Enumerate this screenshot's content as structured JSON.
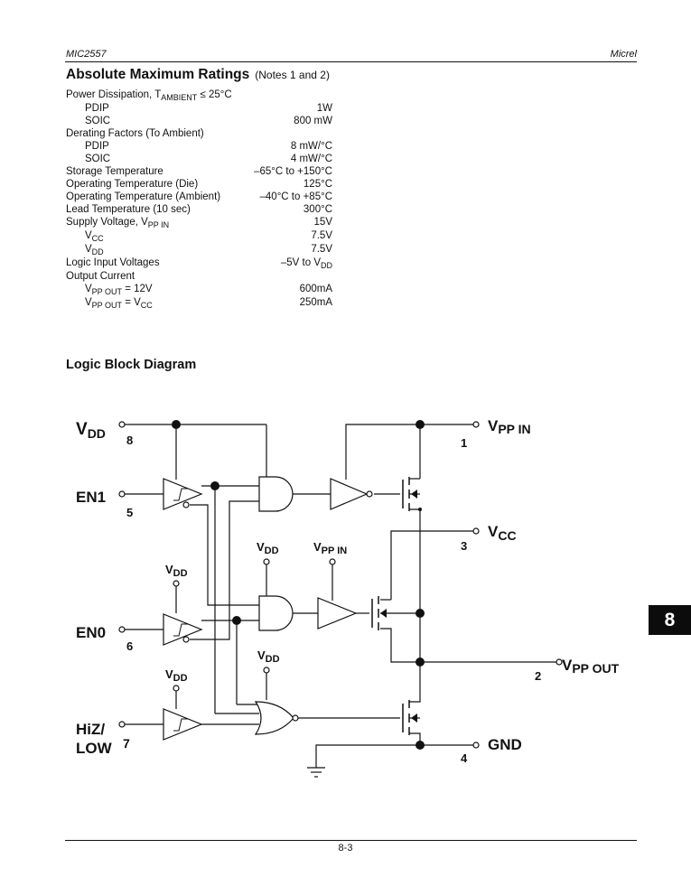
{
  "header": {
    "left": "MIC2557",
    "right": "Micrel"
  },
  "amr": {
    "title": "Absolute Maximum Ratings",
    "notes": "(Notes 1 and 2)",
    "rows": [
      {
        "label": "Power Dissipation, T",
        "label_sub": "AMBIENT",
        "label_after": " ≤ 25°C",
        "value": ""
      },
      {
        "label": "PDIP",
        "value": "1W"
      },
      {
        "label": "SOIC",
        "value": "800 mW"
      },
      {
        "label": "Derating Factors (To Ambient)",
        "value": ""
      },
      {
        "label": "PDIP",
        "value": "8 mW/°C"
      },
      {
        "label": "SOIC",
        "value": "4 mW/°C"
      },
      {
        "label": "Storage Temperature",
        "value": "–65°C to +150°C"
      },
      {
        "label": "Operating Temperature (Die)",
        "value": "125°C"
      },
      {
        "label": "Operating Temperature (Ambient)",
        "value": "–40°C to +85°C"
      },
      {
        "label": "Lead Temperature (10 sec)",
        "value": "300°C"
      },
      {
        "label": "Supply Voltage, V",
        "label_sub": "PP IN",
        "value": "15V"
      },
      {
        "label": "V",
        "label_sub": "CC",
        "value": "7.5V"
      },
      {
        "label": "V",
        "label_sub": "DD",
        "value": "7.5V"
      },
      {
        "label": "Logic Input Voltages",
        "value": "–5V to V",
        "value_sub": "DD"
      },
      {
        "label": "Output Current",
        "value": ""
      },
      {
        "label": "V",
        "label_sub": "PP OUT",
        "label_after": " = 12V",
        "value": "600mA"
      },
      {
        "label": "V",
        "label_sub": "PP OUT",
        "label_after": " = V",
        "label_sub2": "CC",
        "value": "250mA"
      }
    ]
  },
  "lbd_title": "Logic Block Diagram",
  "diagram": {
    "vdd_v": "V",
    "vdd_sub": "DD",
    "vdd_pin": "8",
    "en1": "EN1",
    "en1_pin": "5",
    "en0": "EN0",
    "en0_pin": "6",
    "hiz1": "HiZ/",
    "hiz2": "LOW",
    "hiz_pin": "7",
    "vppin_v": "V",
    "vppin_sub": "PP IN",
    "vppin_pin": "1",
    "vcc_v": "V",
    "vcc_sub": "CC",
    "vcc_pin": "3",
    "vppout_v": "V",
    "vppout_sub": "PP OUT",
    "vppout_pin": "2",
    "gnd": "GND",
    "gnd_pin": "4",
    "int_v": "V",
    "int_dd": "DD",
    "int_ppin": "PP IN"
  },
  "tab": "8",
  "page_number": "8-3"
}
